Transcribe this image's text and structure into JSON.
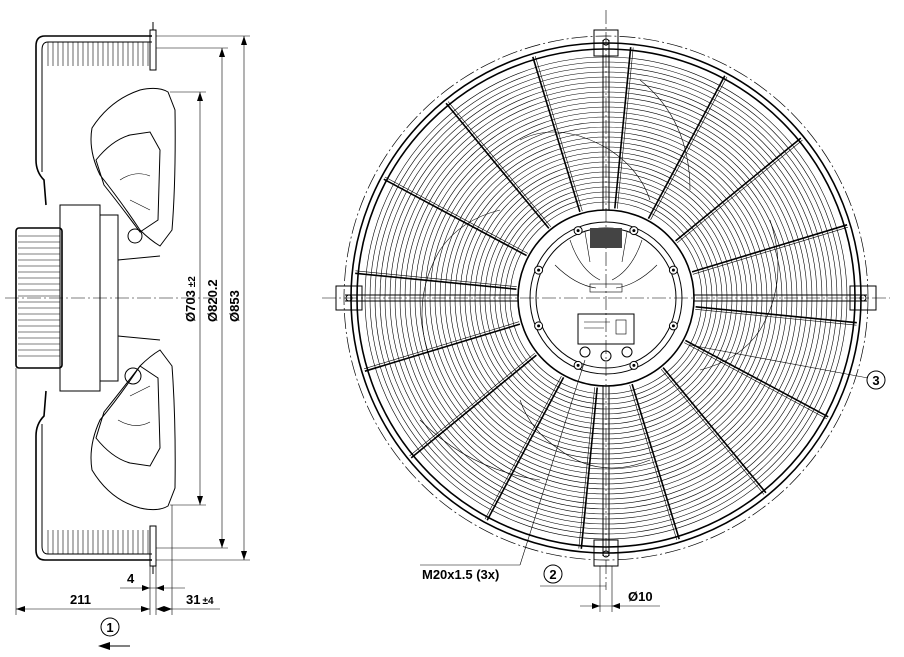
{
  "side_view": {
    "dims": {
      "d703": "Ø703",
      "d703_tol": "±2",
      "d820": "Ø820.2",
      "d853": "Ø853",
      "w211": "211",
      "w4": "4",
      "w31": "31",
      "w31_tol": "±4"
    },
    "callout_1": "1"
  },
  "front_view": {
    "thread_label": "M20x1.5 (3x)",
    "callout_2": "2",
    "callout_3": "3",
    "hole_dia": "Ø10",
    "spoke_count": 16,
    "ring_count": 30
  }
}
